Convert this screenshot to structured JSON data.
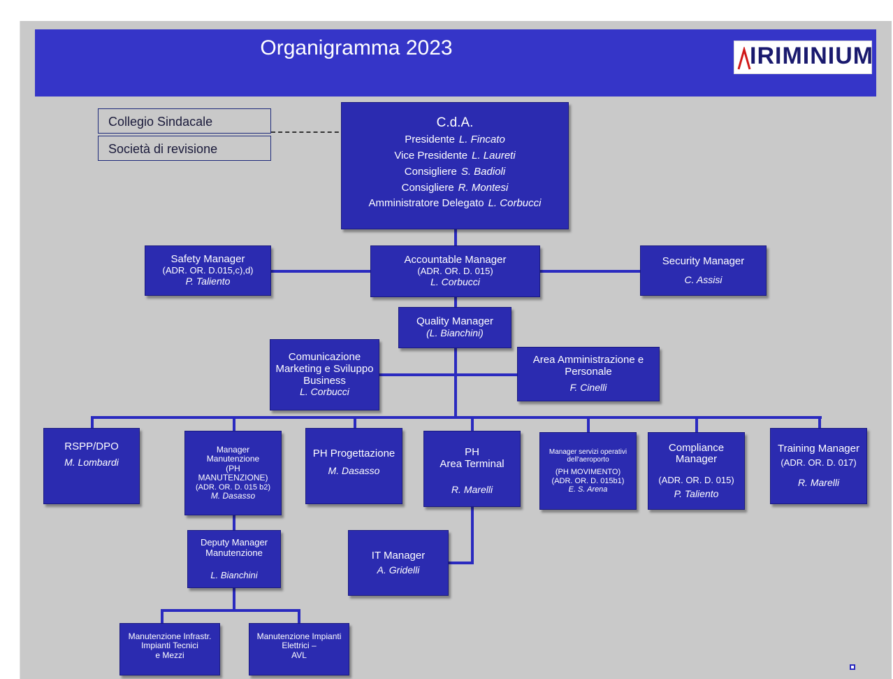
{
  "title": "Organigramma 2023",
  "logo_text": "IRIMINIUM",
  "side_boxes": [
    "Collegio Sindacale",
    "Società di revisione"
  ],
  "cda": {
    "name": "C.d.A.",
    "members": [
      {
        "role": "Presidente",
        "person": "L. Fincato"
      },
      {
        "role": "Vice Presidente",
        "person": "L. Laureti"
      },
      {
        "role": "Consigliere",
        "person": "S. Badioli"
      },
      {
        "role": "Consigliere",
        "person": "R. Montesi"
      },
      {
        "role": "Amministratore Delegato",
        "person": "L. Corbucci"
      }
    ]
  },
  "safety": {
    "name": "Safety  Manager",
    "sub": "(ADR. OR. D.015,c),d)",
    "person": "P. Taliento"
  },
  "accountable": {
    "name": "Accountable Manager",
    "sub": "(ADR. OR. D. 015)",
    "person": "L. Corbucci"
  },
  "security": {
    "name": "Security Manager",
    "person": "C. Assisi"
  },
  "quality": {
    "name": "Quality Manager",
    "person": "(L. Bianchini)"
  },
  "comunicazione": {
    "l1": "Comunicazione",
    "l2": "Marketing e Sviluppo",
    "l3": "Business",
    "person": "L. Corbucci"
  },
  "amministrazione": {
    "l1": "Area Amministrazione e",
    "l2": "Personale",
    "person": "F. Cinelli"
  },
  "rspp": {
    "name": "RSPP/DPO",
    "person": "M. Lombardi"
  },
  "manutenzione": {
    "l1": "Manager",
    "l2": "Manutenzione",
    "l3": "(PH",
    "l4": "MANUTENZIONE)",
    "sub": "(ADR. OR. D. 015 b2)",
    "person": "M. Dasasso"
  },
  "progettazione": {
    "name": "PH Progettazione",
    "person": "M. Dasasso"
  },
  "terminal": {
    "l1": "PH",
    "l2": "Area Terminal",
    "person": "R. Marelli"
  },
  "servizi": {
    "l1": "Manager servizi operativi",
    "l2": "dell'aeroporto",
    "l3": "(PH MOVIMENTO)",
    "sub": "(ADR. OR. D. 015b1)",
    "person": "E. S. Arena"
  },
  "compliance": {
    "l1": "Compliance",
    "l2": "Manager",
    "sub": "(ADR. OR. D. 015)",
    "person": "P. Taliento"
  },
  "training": {
    "name": "Training Manager",
    "sub": "(ADR. OR. D. 017)",
    "person": "R. Marelli"
  },
  "deputy": {
    "l1": "Deputy Manager",
    "l2": "Manutenzione",
    "person": "L. Bianchini"
  },
  "it": {
    "name": "IT Manager",
    "person": "A. Gridelli"
  },
  "infrastr": {
    "l1": "Manutenzione Infrastr.",
    "l2": "Impianti Tecnici",
    "l3": "e Mezzi"
  },
  "elettrici": {
    "l1": "Manutenzione Impianti",
    "l2": "Elettrici –",
    "l3": "AVL"
  },
  "colors": {
    "banner": "#3535c8",
    "node": "#2b2bb0",
    "background": "#c9c9c9"
  }
}
